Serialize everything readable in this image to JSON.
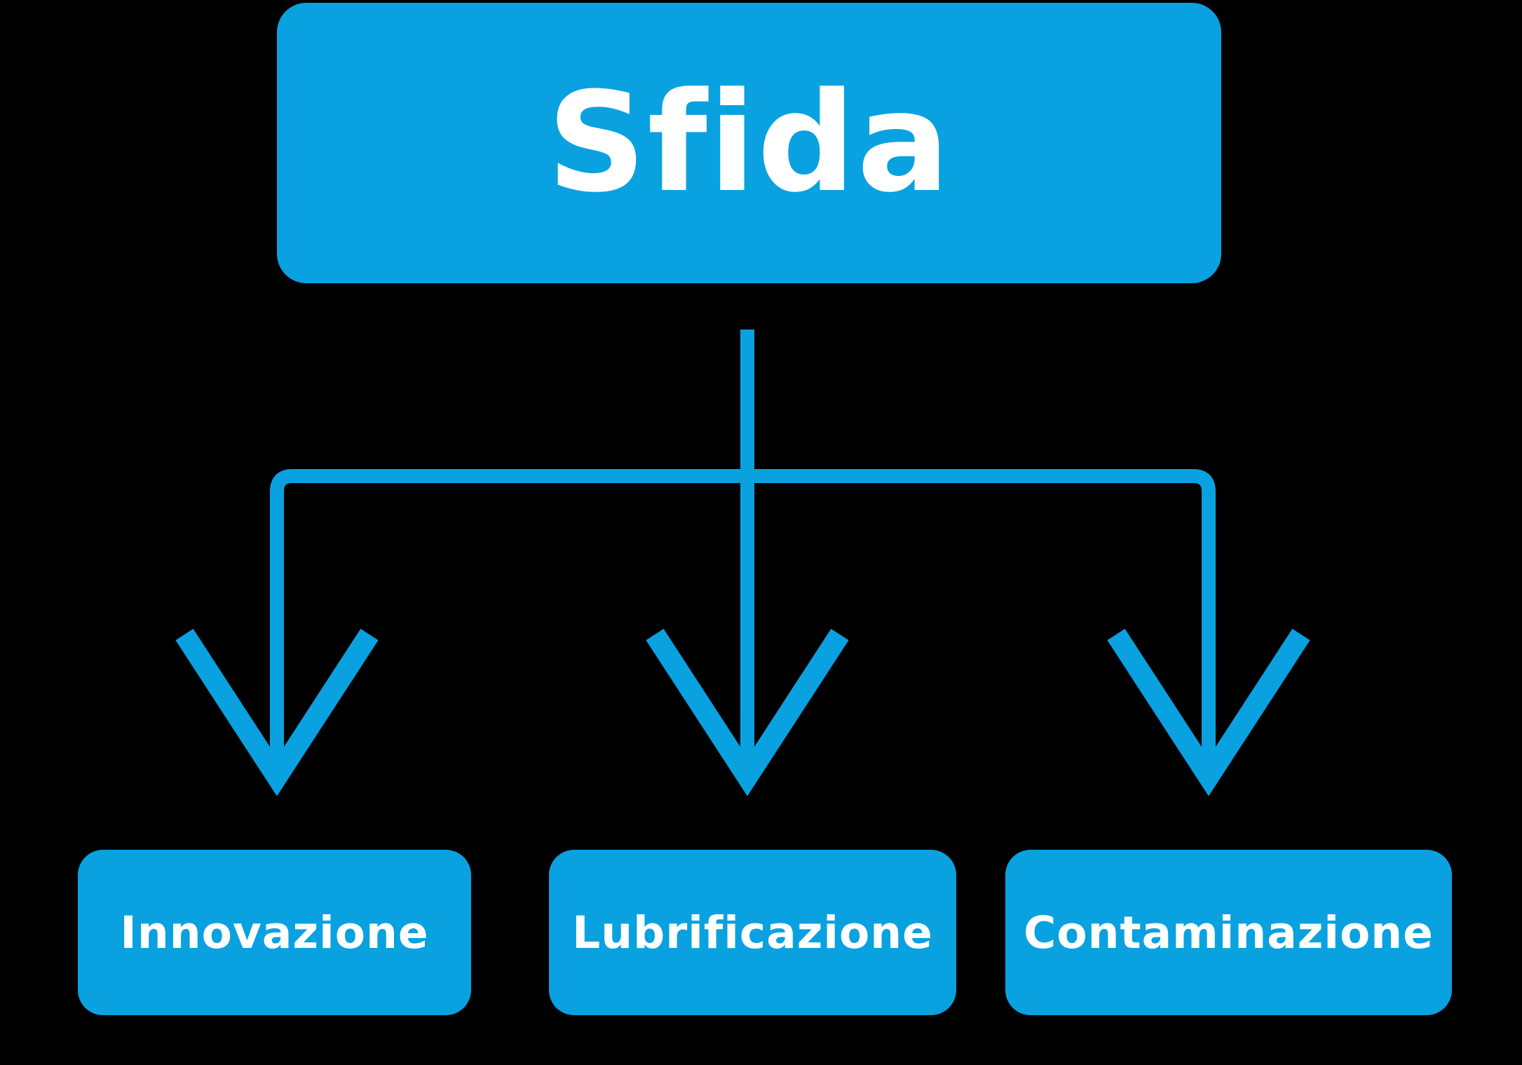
{
  "diagram": {
    "type": "flowchart",
    "background_color": "#000000",
    "accent_color": "#0aa1e0",
    "text_color": "#ffffff",
    "root": {
      "label": "Sfida"
    },
    "children": [
      {
        "label": "Innovazione"
      },
      {
        "label": "Lubrificazione"
      },
      {
        "label": "Contaminazione"
      }
    ],
    "connector": {
      "style": "orthogonal",
      "arrowhead": "open-chevron",
      "direction": "top-down"
    }
  }
}
